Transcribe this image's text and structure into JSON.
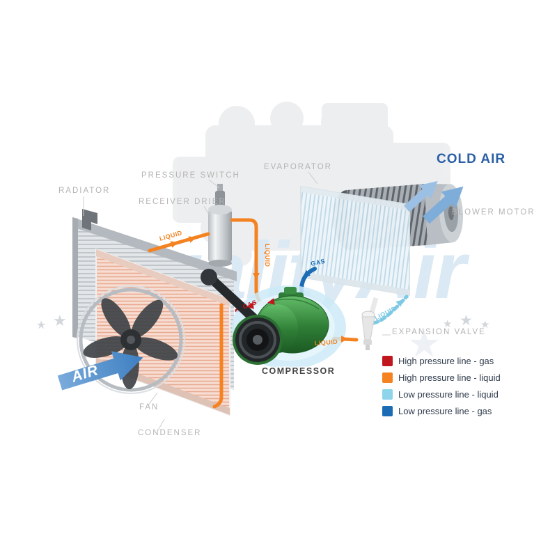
{
  "watermark": "QualityAir",
  "decor": {
    "star": "★"
  },
  "airflow": {
    "cold_air": "COLD AIR",
    "air": "AIR"
  },
  "component_labels": {
    "radiator": "RADIATOR",
    "pressure_switch": "PRESSURE SWITCH",
    "receiver_drier": "RECEIVER DRIER",
    "evaporator": "EVAPORATOR",
    "blower_motor": "BLOWER MOTOR",
    "expansion_valve": "EXPANSION VALVE",
    "compressor": "COMPRESSOR",
    "fan": "FAN",
    "condenser": "CONDENSER"
  },
  "pipe_labels": {
    "liquid_condenser_to_drier": "LIQUID",
    "liquid_drier_down": "LIQUID",
    "gas_high_pressure": "GAS",
    "gas_low_pressure": "GAS",
    "liquid_to_expansion_valve": "LIQUID",
    "liquid_low_pressure": "LIQUID"
  },
  "line_colors": {
    "high_pressure_gas": "#c0161d",
    "high_pressure_liquid": "#f58220",
    "low_pressure_liquid": "#7ec9e4",
    "low_pressure_gas": "#1b6cb5"
  },
  "legend": [
    {
      "color": "#c0161d",
      "label": "High pressure line - gas"
    },
    {
      "color": "#f58220",
      "label": "High pressure line - liquid"
    },
    {
      "color": "#8ed4ea",
      "label": "Low pressure line - liquid"
    },
    {
      "color": "#1b6cb5",
      "label": "Low pressure line -  gas"
    }
  ]
}
